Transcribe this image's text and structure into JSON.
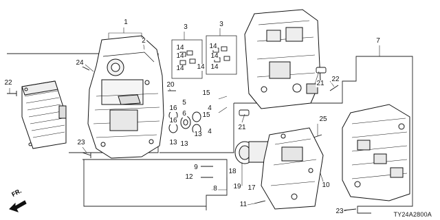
{
  "diagram": {
    "code": "TY24A2800A",
    "direction_label": "FR.",
    "callouts": [
      "1",
      "2",
      "3",
      "3",
      "14",
      "14",
      "14",
      "14",
      "14",
      "14",
      "14",
      "24",
      "22",
      "20",
      "5",
      "16",
      "15",
      "15",
      "4",
      "4",
      "16",
      "6",
      "13",
      "13",
      "13",
      "7",
      "22",
      "21",
      "21",
      "23",
      "9",
      "12",
      "8",
      "18",
      "19",
      "17",
      "11",
      "25",
      "10",
      "23"
    ]
  }
}
